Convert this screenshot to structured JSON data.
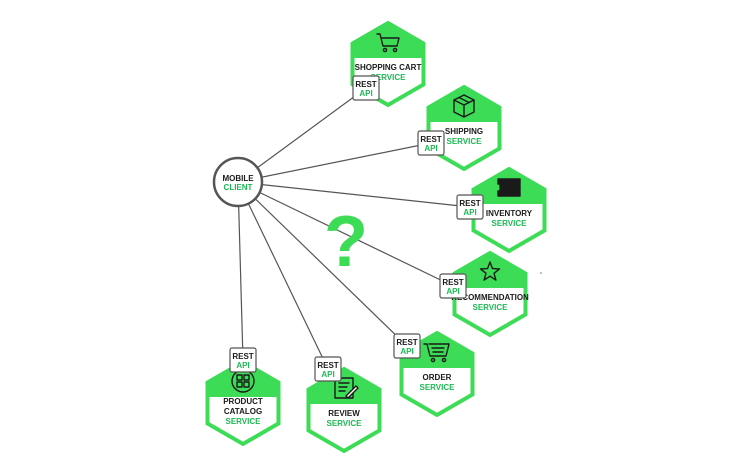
{
  "colors": {
    "accent_green": "#3ddc56",
    "text_green": "#1db954",
    "outline": "#1a1a1a",
    "line": "#555555"
  },
  "client": {
    "line1": "MOBILE",
    "line2": "CLIENT"
  },
  "question_mark": "?",
  "api_badge": {
    "line1": "REST",
    "line2": "API"
  },
  "services": [
    {
      "id": "shopping-cart",
      "title_lines": [
        "SHOPPING CART"
      ],
      "subtitle": "SERVICE",
      "icon": "cart-icon"
    },
    {
      "id": "shipping",
      "title_lines": [
        "SHIPPING"
      ],
      "subtitle": "SERVICE",
      "icon": "box-icon"
    },
    {
      "id": "inventory",
      "title_lines": [
        "INVENTORY"
      ],
      "subtitle": "SERVICE",
      "icon": "stack-icon"
    },
    {
      "id": "recommendation",
      "title_lines": [
        "RECOMMENDATION"
      ],
      "subtitle": "SERVICE",
      "icon": "star-icon"
    },
    {
      "id": "order",
      "title_lines": [
        "ORDER"
      ],
      "subtitle": "SERVICE",
      "icon": "cart-list-icon"
    },
    {
      "id": "review",
      "title_lines": [
        "REVIEW"
      ],
      "subtitle": "SERVICE",
      "icon": "review-icon"
    },
    {
      "id": "product-catalog",
      "title_lines": [
        "PRODUCT",
        "CATALOG"
      ],
      "subtitle": "SERVICE",
      "icon": "grid-icon"
    }
  ]
}
